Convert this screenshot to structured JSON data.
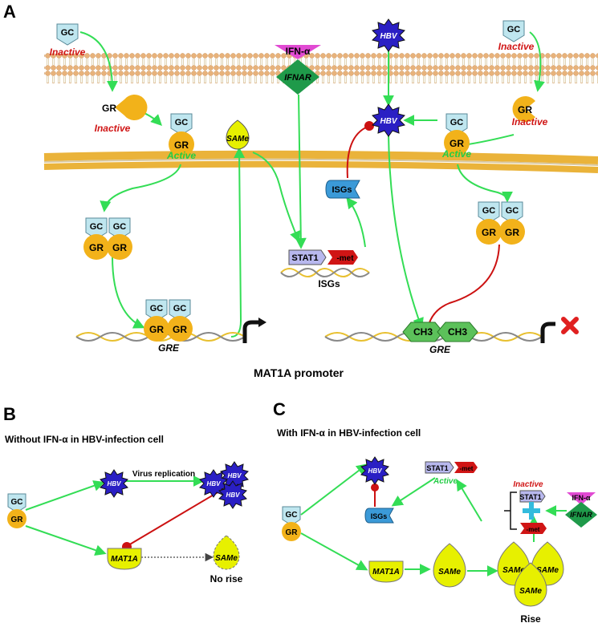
{
  "colors": {
    "arrow": "#33dd55",
    "inhibit": "#cc1111",
    "gc": "#bfe6ef",
    "gr": "#f2b21a",
    "hbv": "#2a1fc4",
    "same": "#e7f000",
    "ifna": "#e14ad3",
    "ifnar": "#1f9a4a",
    "isgs": "#3b9ad8",
    "stat1": "#b8b8ee",
    "met": "#d01515",
    "inactive_text": "#d01515",
    "active_text": "#22cc44",
    "membrane": "#e8b27a"
  },
  "panel_a": {
    "label": "A",
    "gc": "GC",
    "gr": "GR",
    "inactive": "Inactive",
    "active": "Active",
    "ifn": "IFN-α",
    "ifnar": "IFNAR",
    "hbv": "HBV",
    "same": "SAMe",
    "isgs_box": "ISGs",
    "stat1": "STAT1",
    "met": "-met",
    "isgs_label": "ISGs",
    "gre": "GRE",
    "ch3": "CH3",
    "promoter": "MAT1A promoter"
  },
  "panel_b": {
    "label": "B",
    "title": "Without IFN-α in HBV-infection cell",
    "gc": "GC",
    "gr": "GR",
    "hbv": "HBV",
    "virus_replication": "Virus replication",
    "mat1a": "MAT1A",
    "same": "SAMe",
    "no_rise": "No rise"
  },
  "panel_c": {
    "label": "C",
    "title": "With IFN-α in HBV-infection cell",
    "gc": "GC",
    "gr": "GR",
    "hbv": "HBV",
    "isgs": "ISGs",
    "stat1": "STAT1",
    "met": "-met",
    "active": "Active",
    "inactive": "Inactive",
    "ifn": "IFN-α",
    "ifnar": "IFNAR",
    "mat1a": "MAT1A",
    "same": "SAMe",
    "rise": "Rise"
  }
}
